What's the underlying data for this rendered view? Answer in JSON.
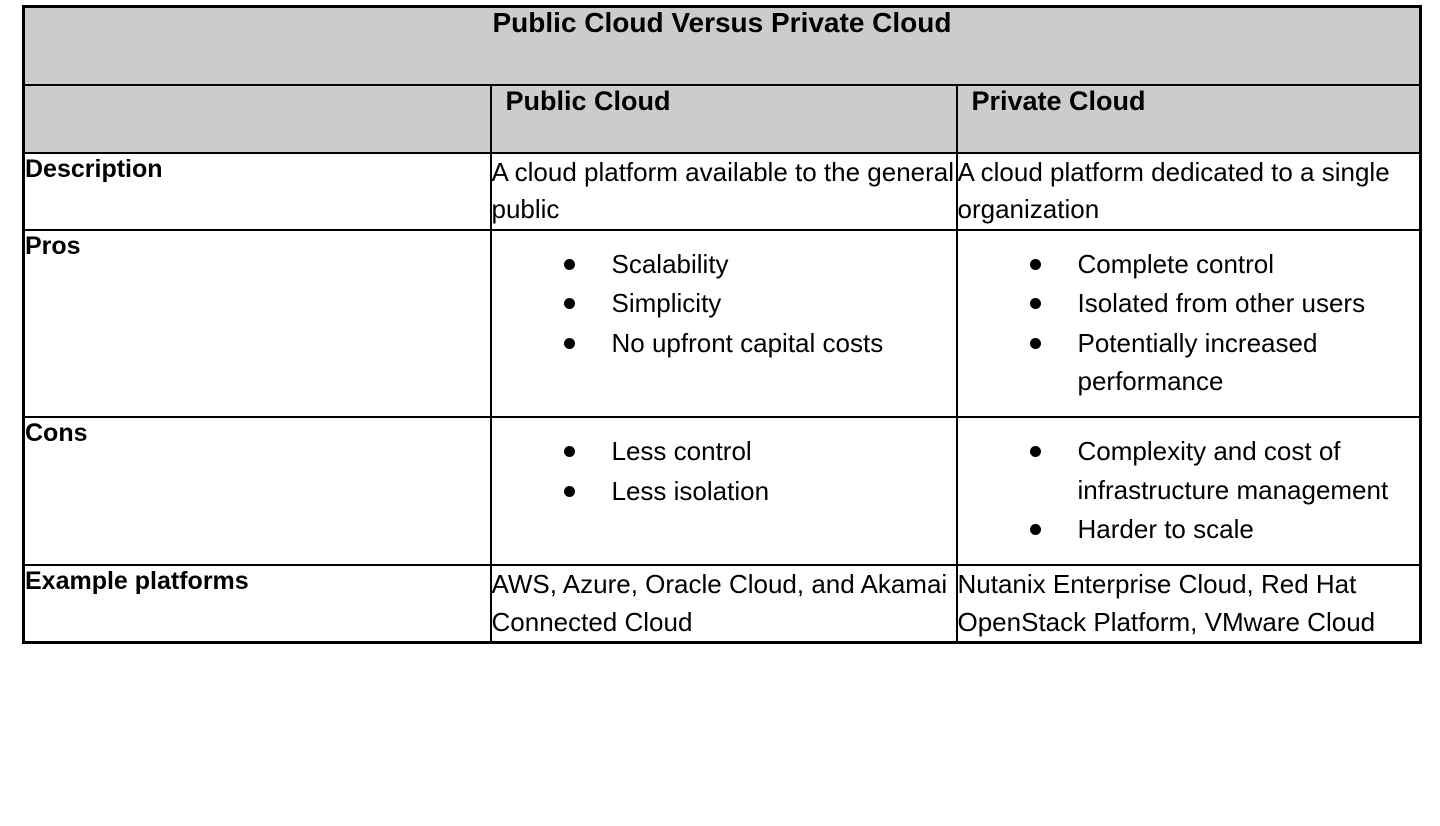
{
  "table": {
    "title": "Public Cloud Versus Private Cloud",
    "columns": {
      "label": "",
      "public": "Public Cloud",
      "private": "Private Cloud"
    },
    "colors": {
      "header_background": "#cccccc",
      "body_background": "#ffffff",
      "border": "#000000",
      "text": "#000000"
    },
    "rows": [
      {
        "label": "Description",
        "public": {
          "type": "paragraph",
          "text": "A cloud platform available to the general public"
        },
        "private": {
          "type": "paragraph",
          "text": "A cloud platform dedicated to a single organization"
        }
      },
      {
        "label": "Pros",
        "public": {
          "type": "bullets",
          "items": [
            "Scalability",
            "Simplicity",
            "No upfront capital costs"
          ]
        },
        "private": {
          "type": "bullets",
          "items": [
            "Complete control",
            "Isolated from other users",
            "Potentially increased performance"
          ]
        }
      },
      {
        "label": "Cons",
        "public": {
          "type": "bullets",
          "items": [
            "Less control",
            "Less isolation"
          ]
        },
        "private": {
          "type": "bullets",
          "items": [
            "Complexity and cost of infrastructure management",
            "Harder to scale"
          ]
        }
      },
      {
        "label": "Example platforms",
        "public": {
          "type": "paragraph",
          "text": "AWS, Azure, Oracle Cloud, and Akamai Connected Cloud"
        },
        "private": {
          "type": "paragraph",
          "text": "Nutanix Enterprise Cloud, Red Hat OpenStack Platform, VMware Cloud"
        }
      }
    ]
  }
}
